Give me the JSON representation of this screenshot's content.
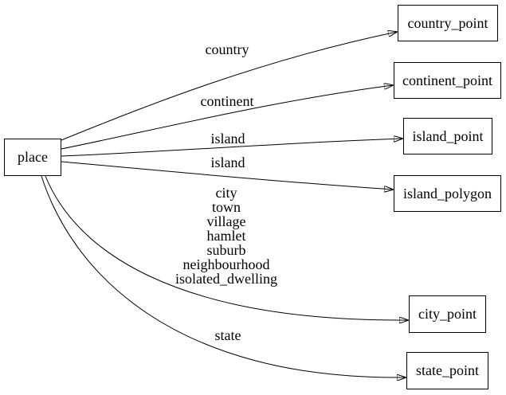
{
  "diagram": {
    "background_color": "#ffffff",
    "node_border_color": "#000000",
    "edge_color": "#000000",
    "text_color": "#000000",
    "nodes": [
      {
        "id": "place",
        "label": "place"
      },
      {
        "id": "country_point",
        "label": "country_point"
      },
      {
        "id": "continent_point",
        "label": "continent_point"
      },
      {
        "id": "island_point",
        "label": "island_point"
      },
      {
        "id": "island_polygon",
        "label": "island_polygon"
      },
      {
        "id": "city_point",
        "label": "city_point"
      },
      {
        "id": "state_point",
        "label": "state_point"
      }
    ],
    "edges": [
      {
        "from": "place",
        "to": "country_point",
        "label": "country"
      },
      {
        "from": "place",
        "to": "continent_point",
        "label": "continent"
      },
      {
        "from": "place",
        "to": "island_point",
        "label": "island"
      },
      {
        "from": "place",
        "to": "island_polygon",
        "label": "island"
      },
      {
        "from": "place",
        "to": "city_point",
        "label": "city\ntown\nvillage\nhamlet\nsuburb\nneighbourhood\nisolated_dwelling"
      },
      {
        "from": "place",
        "to": "state_point",
        "label": "state"
      }
    ]
  }
}
